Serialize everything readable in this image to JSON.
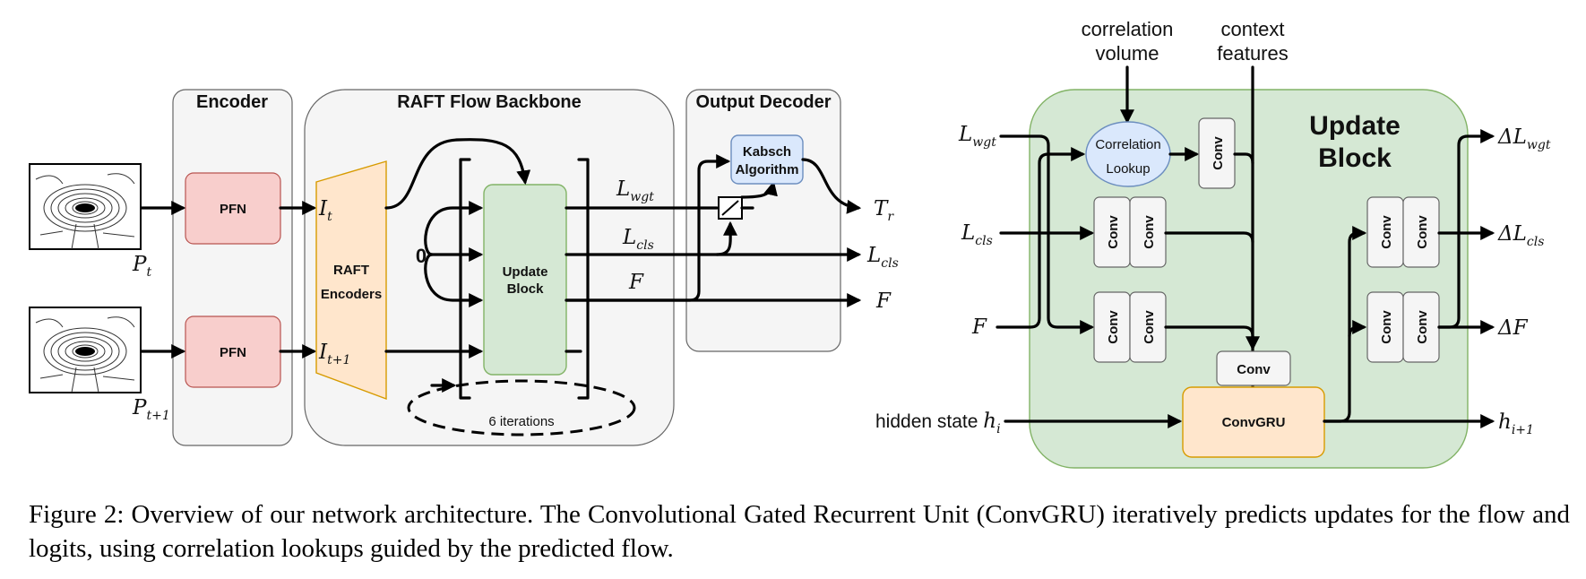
{
  "left": {
    "panels": {
      "encoder": "Encoder",
      "raft": "RAFT Flow Backbone",
      "decoder": "Output Decoder"
    },
    "pfn_top": "PFN",
    "pfn_bottom": "PFN",
    "raft_enc_line1": "RAFT",
    "raft_enc_line2": "Encoders",
    "update_line1": "Update",
    "update_line2": "Block",
    "kabsch_line1": "Kabsch",
    "kabsch_line2": "Algorithm",
    "zero": "0",
    "iterations": "6 iterations",
    "inputs": {
      "pt_main": "P",
      "pt_sub": "t",
      "pt1_main": "P",
      "pt1_sub": "t+1"
    },
    "features": {
      "it_main": "I",
      "it_sub": "t",
      "it1_main": "I",
      "it1_sub": "t+1"
    },
    "mid_labels": {
      "lwgt_main": "L",
      "lwgt_sub": "wgt",
      "lcls_main": "L",
      "lcls_sub": "cls",
      "f": "F"
    },
    "outputs": {
      "tr_main": "T",
      "tr_sub": "r",
      "lcls_main": "L",
      "lcls_sub": "cls",
      "f": "F"
    }
  },
  "right": {
    "title_line1": "Update",
    "title_line2": "Block",
    "corr_vol_line1": "correlation",
    "corr_vol_line2": "volume",
    "ctx_line1": "context",
    "ctx_line2": "features",
    "corr_lookup_line1": "Correlation",
    "corr_lookup_line2": "Lookup",
    "conv": "Conv",
    "convgru": "ConvGRU",
    "inputs": {
      "lwgt_main": "L",
      "lwgt_sub": "wgt",
      "lcls_main": "L",
      "lcls_sub": "cls",
      "f": "F",
      "hidden_text": "hidden state ",
      "h_main": "h",
      "h_sub": "i"
    },
    "outputs": {
      "dlwgt_main": "ΔL",
      "dlwgt_sub": "wgt",
      "dlcls_main": "ΔL",
      "dlcls_sub": "cls",
      "df": "ΔF",
      "h_main": "h",
      "h_sub": "i+1"
    }
  },
  "caption": "Figure 2: Overview of our network architecture. The Convolutional Gated Recurrent Unit (ConvGRU) iteratively predicts updates for the flow and logits, using correlation lookups guided by the predicted flow."
}
